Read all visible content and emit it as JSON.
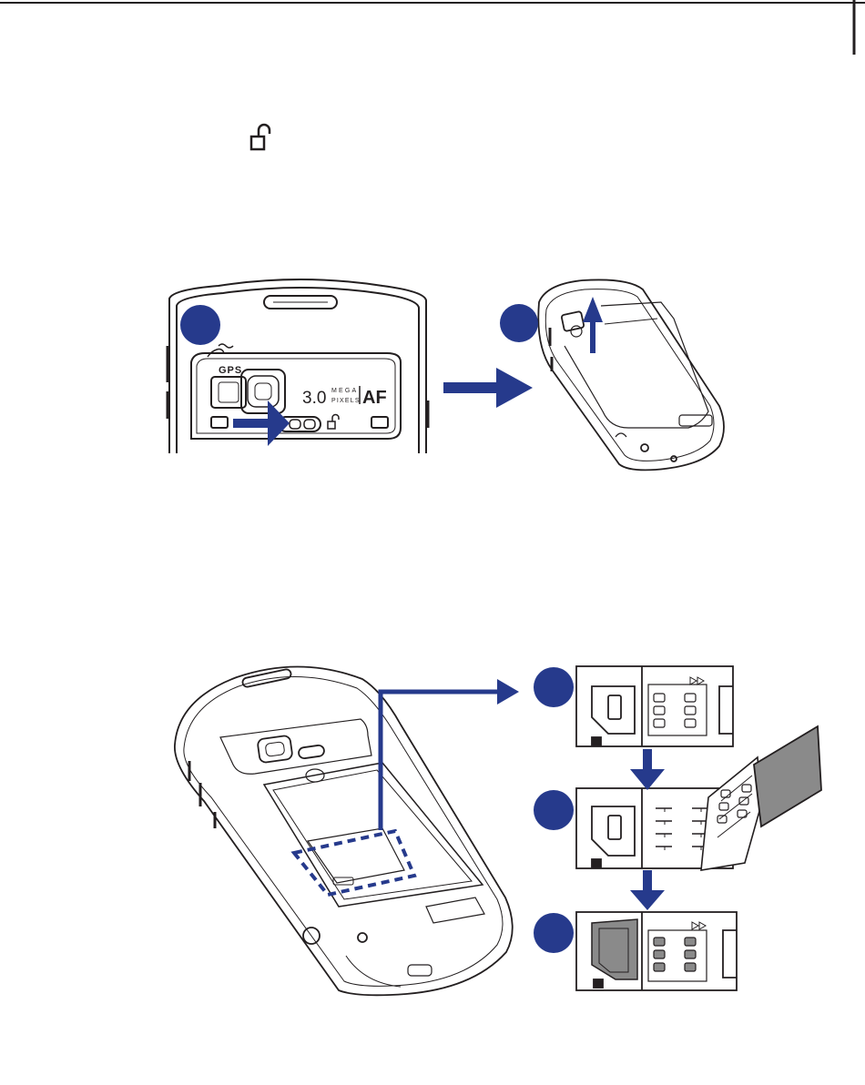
{
  "colors": {
    "accent": "#263a8c",
    "line": "#231f20",
    "sim_fill": "#8a8a8a"
  },
  "icons": {
    "inline_unlock": "unlock-icon"
  },
  "back_cover": {
    "gps_label": "GPS",
    "camera_spec": {
      "resolution": "3.0",
      "mega": "MEGA",
      "pixels": "PIXELS",
      "af": "AF"
    }
  }
}
